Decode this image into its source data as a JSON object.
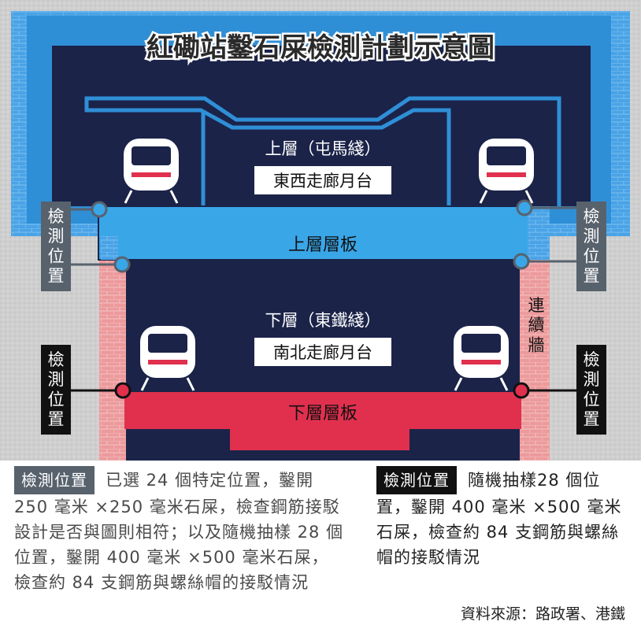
{
  "title": "紅磡站鑿石屎檢測計劃示意圖",
  "upper": {
    "level": "上層（屯馬綫）",
    "platform": "東西走廊月台",
    "slab": "上層層板"
  },
  "lower": {
    "level": "下層（東鐵綫）",
    "platform": "南北走廊月台",
    "slab": "下層層板"
  },
  "labels": {
    "inspect_upper_left": "檢測位置",
    "inspect_upper_right": "檢測位置",
    "inspect_lower_left": "檢測位置",
    "inspect_lower_right": "檢測位置",
    "connecting_wall": "連續牆"
  },
  "legend": {
    "grey_tag": "檢測位置",
    "grey_desc": "已選 24 個特定位置，鑿開 250 毫米 ×250 毫米石屎，檢查鋼筋接駁設計是否與圖則相符；以及隨機抽樣 28 個位置，鑿開 400 毫米 ×500 毫米石屎，檢查約 84 支鋼筋與螺絲帽的接駁情況",
    "black_tag": "檢測位置",
    "black_desc": "隨機抽樣28 個位置，鑿開 400 毫米 ×500 毫米石屎，檢查約 84 支鋼筋與螺絲帽的接駁情況"
  },
  "source": "資料來源：路政署、港鐵",
  "colors": {
    "navy": "#1b2349",
    "tunnel_blue": "#2f8fd6",
    "slab_blue": "#39a6e8",
    "brick_red": "#e8a0a0",
    "lower_slab": "#e0304e",
    "grey_tag": "#58626d"
  }
}
